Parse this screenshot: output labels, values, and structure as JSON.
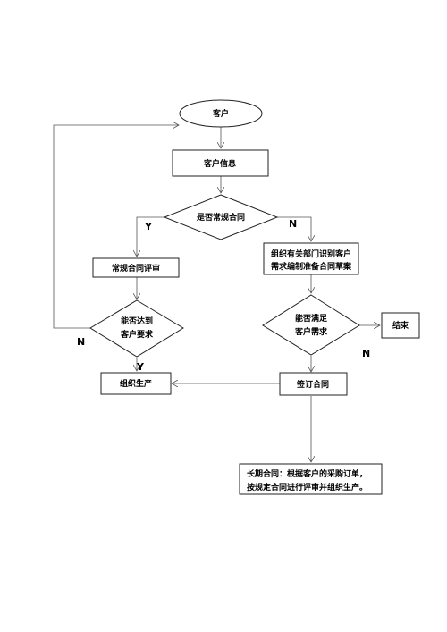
{
  "diagram": {
    "nodes": {
      "customer": "客户",
      "customer_info": "客户信息",
      "is_regular_contract": "是否常规合同",
      "regular_review": "常规合同评审",
      "dept_identify_line1": "组织有关部门识别客户",
      "dept_identify_line2": "需求编制准备合同草案",
      "meet_req_left_line1": "能否达到",
      "meet_req_left_line2": "客户要求",
      "meet_req_right_line1": "能否满足",
      "meet_req_right_line2": "客户需求",
      "end": "结束",
      "organize_production": "组织生产",
      "sign_contract": "签订合同",
      "long_term_line1": "长期合同：根据客户的采购订单，",
      "long_term_line2": "按规定合同进行评审并组织生产。"
    },
    "edge_labels": {
      "yes_left": "Y",
      "no_right": "N",
      "no_loop": "N",
      "yes_down": "Y",
      "no_end": "N"
    }
  }
}
